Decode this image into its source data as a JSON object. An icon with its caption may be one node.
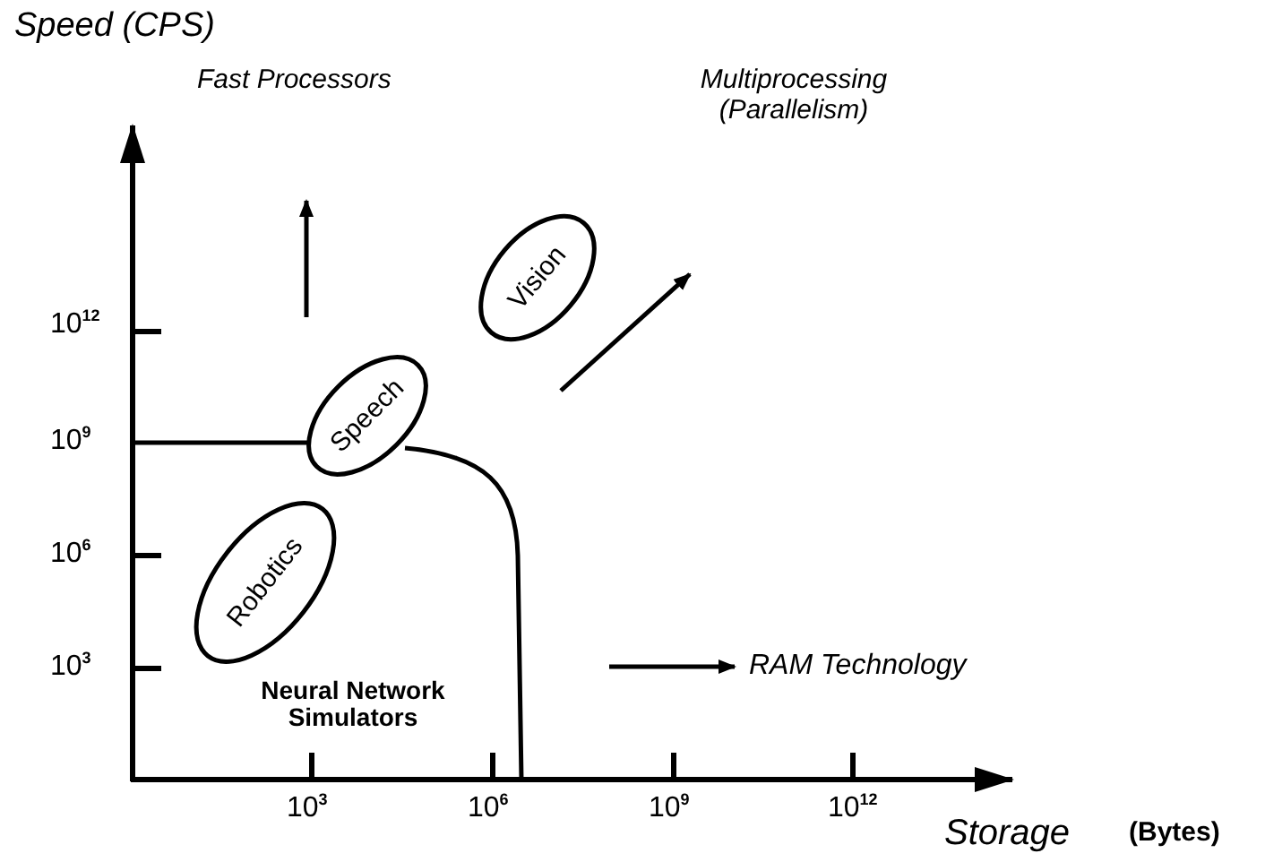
{
  "diagram": {
    "nodes": [
      {
        "text": [
          "Vision"
        ]
      },
      {
        "text": [
          "Speech"
        ]
      },
      {
        "text": [
          "Robotics"
        ]
      }
    ],
    "labels": [
      "Speed (CPS)",
      "Fast Processors",
      "Multiprocessing (Parallelism)",
      "10$^{12}$",
      "10$^{9}$",
      "10$^{6}$",
      "10$^{3}$",
      "RAM Technology",
      "Neural Network Simulators",
      "10$^{3}$",
      "10$^{6}$",
      "10$^{9}$",
      "10$^{12}$",
      "Storage",
      "(Bytes)"
    ]
  }
}
